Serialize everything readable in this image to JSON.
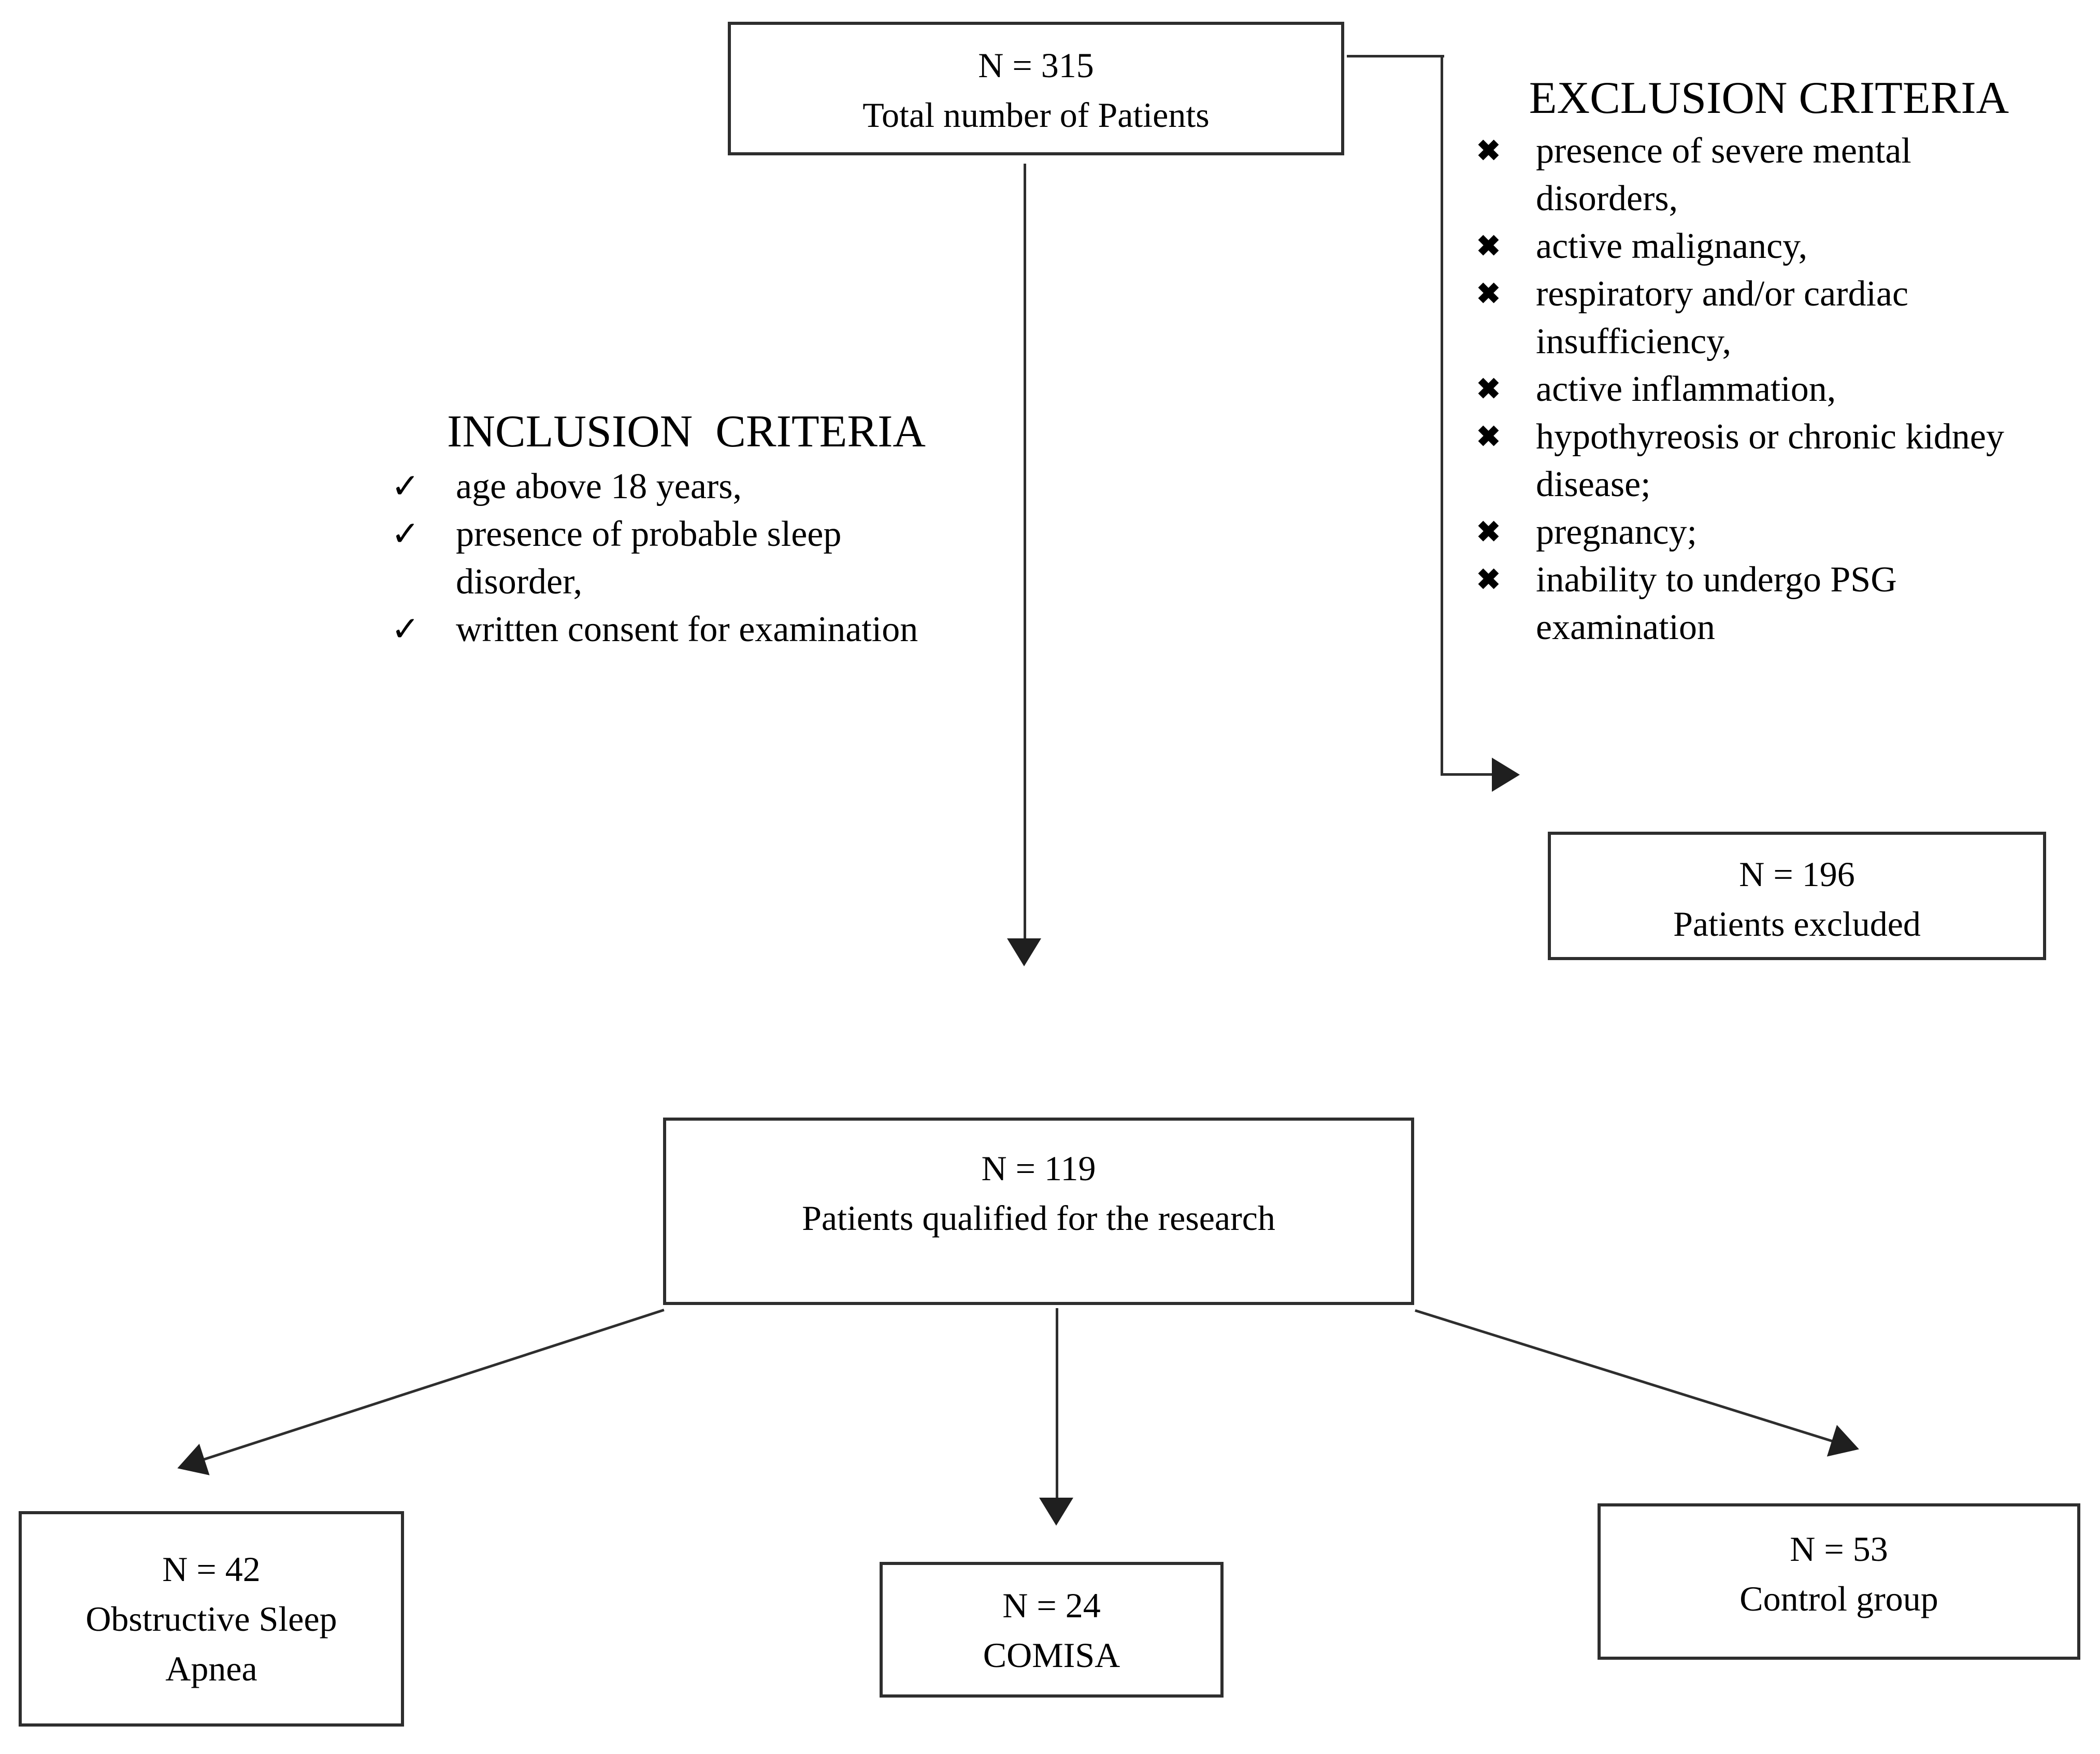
{
  "diagram": {
    "boxes": {
      "total": {
        "n": "N = 315",
        "label": "Total number of Patients"
      },
      "excluded": {
        "n": "N = 196",
        "label": "Patients excluded"
      },
      "qualified": {
        "n": "N = 119",
        "label": "Patients qualified for the research"
      },
      "osa": {
        "n": "N = 42",
        "label": "Obstructive Sleep\nApnea"
      },
      "comisa": {
        "n": "N = 24",
        "label": "COMISA"
      },
      "control": {
        "n": "N = 53",
        "label": "Control group"
      }
    },
    "inclusion": {
      "title": "INCLUSION  CRITERIA",
      "bullet": "✓",
      "items": [
        "age above 18 years,",
        "presence of probable sleep\ndisorder,",
        "written consent for examination"
      ]
    },
    "exclusion": {
      "title": "EXCLUSION CRITERIA",
      "bullet": "✖",
      "items": [
        "presence of severe mental\ndisorders,",
        "active malignancy,",
        "respiratory and/or cardiac\ninsufficiency,",
        "active inflammation,",
        "hypothyreosis or chronic kidney\ndisease;",
        "pregnancy;",
        "inability to undergo PSG\nexamination"
      ]
    },
    "colors": {
      "line": "#2e2e2e",
      "text": "#000000",
      "background": "#ffffff"
    }
  }
}
